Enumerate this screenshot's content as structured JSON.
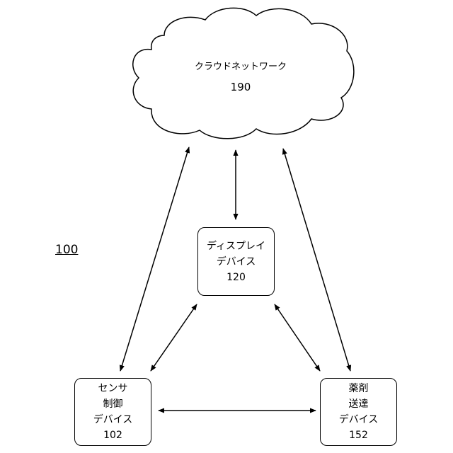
{
  "system": {
    "ref": "100"
  },
  "cloud": {
    "title": "クラウドネットワーク",
    "ref": "190"
  },
  "display_device": {
    "lines": [
      "ディスプレイ",
      "デバイス"
    ],
    "ref": "120"
  },
  "sensor_device": {
    "lines": [
      "センサ",
      "制御",
      "デバイス"
    ],
    "ref": "102"
  },
  "drug_device": {
    "lines": [
      "薬剤",
      "送達",
      "デバイス"
    ],
    "ref": "152"
  }
}
